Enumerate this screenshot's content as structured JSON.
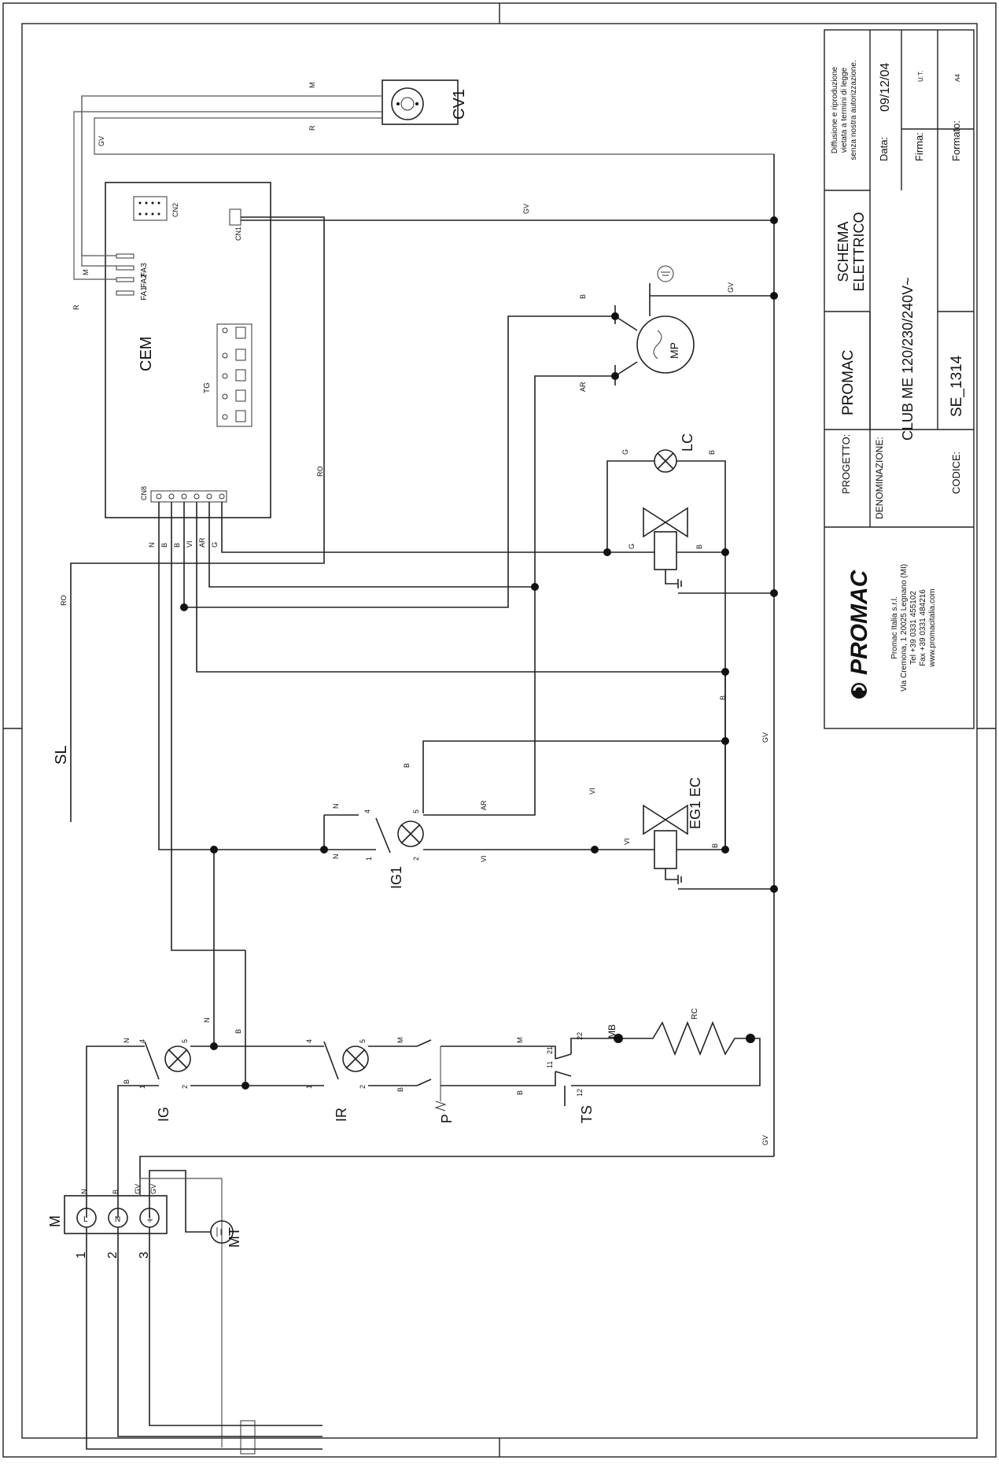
{
  "title_block": {
    "notice": [
      "Diffusione e riproduzione",
      "vietata a termini di legge",
      "senza nostra autorizzazione."
    ],
    "data_label": "Data:",
    "data_value": "09/12/04",
    "firma_label": "Firma:",
    "firma_value": "U.T.",
    "formato_label": "Formato:",
    "formato_value": "A4",
    "progetto_label": "PROGETTO:",
    "progetto_value": "PROMAC",
    "schema_title": [
      "SCHEMA",
      "ELETTRICO"
    ],
    "denominazione_label": "DENOMINAZIONE:",
    "denominazione_value": "CLUB ME  120/230/240V~",
    "codice_label": "CODICE:",
    "codice_value": "SE_1314",
    "logo_text": "PROMAC",
    "company": [
      "Promac Italia s.r.l.",
      "Via Cremona, 1 20025 Legnano (MI)",
      "Tel +39 0331 455102",
      "Fax +39 0331 484216",
      "www.promacitalia.com"
    ]
  },
  "components": {
    "cv1": "CV1",
    "cem": "CEM",
    "tg": "TG",
    "cn1": "CN1",
    "cn2": "CN2",
    "cn8": "CN8",
    "fa1": "FA1",
    "fa2": "FA2",
    "fa3": "FA3",
    "mp": "MP",
    "lc": "LC",
    "eg1": "EG1 EC",
    "ig1": "IG1",
    "ig": "IG",
    "ir": "IR",
    "p": "P",
    "ts": "TS",
    "mb": "MB",
    "rc": "RC",
    "m": "M",
    "mt": "MT",
    "sl": "SL"
  },
  "terminal_numbers": [
    "1",
    "2",
    "3"
  ],
  "contact_numbers": {
    "n1": "1",
    "n2": "2",
    "n4": "4",
    "n5": "5",
    "n11": "11",
    "n12": "12",
    "n21": "21",
    "n22": "22"
  },
  "plug_letters": {
    "l": "L",
    "n": "N",
    "e": "⏚"
  },
  "wire_labels": {
    "m": "M",
    "r": "R",
    "gv": "GV",
    "b": "B",
    "n": "N",
    "ar": "AR",
    "vi": "VI",
    "g": "G",
    "ro": "RO"
  }
}
